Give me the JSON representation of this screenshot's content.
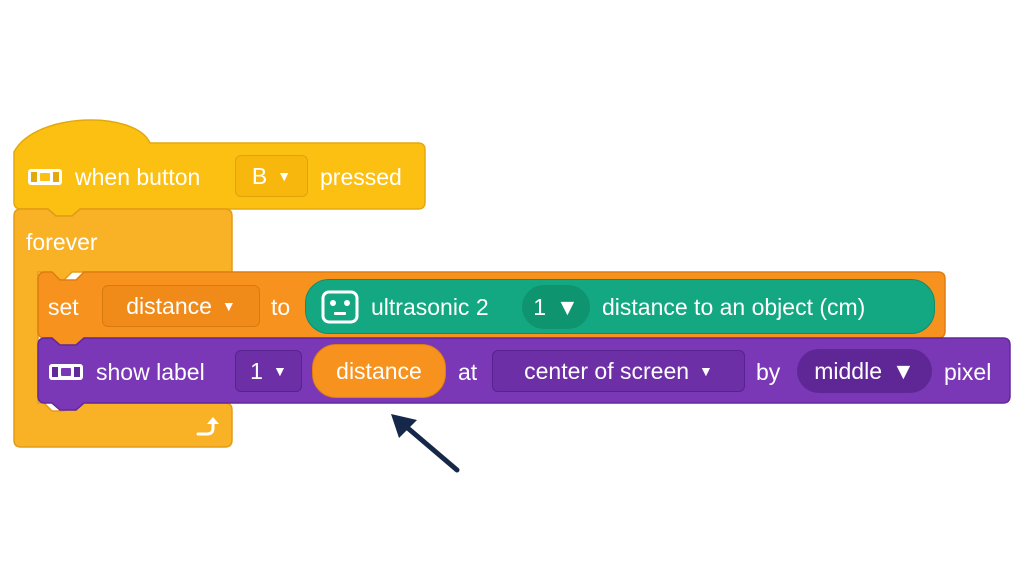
{
  "colors": {
    "event_block": "#fcc013",
    "event_border": "#e2a90d",
    "control_block": "#f9b125",
    "control_border": "#e39c16",
    "variable_block": "#f7921e",
    "variable_border": "#de7e10",
    "sensor_block": "#14a882",
    "sensor_border": "#0c8e6d",
    "display_block": "#7a37b6",
    "display_border": "#63299b",
    "arrow": "#16284a"
  },
  "hat_block": {
    "icon": "microbit-icon",
    "prefix": "when button",
    "button_value": "B",
    "suffix": "pressed"
  },
  "forever_block": {
    "label": "forever",
    "loop_icon": "loop-arrow-icon"
  },
  "set_block": {
    "set_label": "set",
    "variable_value": "distance",
    "to_label": "to",
    "sensor": {
      "icon": "ultrasonic-sensor-icon",
      "prefix": "ultrasonic 2",
      "port_value": "1",
      "suffix": "distance to an object (cm)"
    }
  },
  "label_block": {
    "icon": "microbit-icon",
    "show_label": "show label",
    "label_value": "1",
    "variable_reporter": "distance",
    "at_label": "at",
    "position_value": "center of screen",
    "by_label": "by",
    "size_value": "middle",
    "pixel_label": "pixel"
  },
  "annotation": {
    "icon": "pointer-arrow-icon"
  }
}
